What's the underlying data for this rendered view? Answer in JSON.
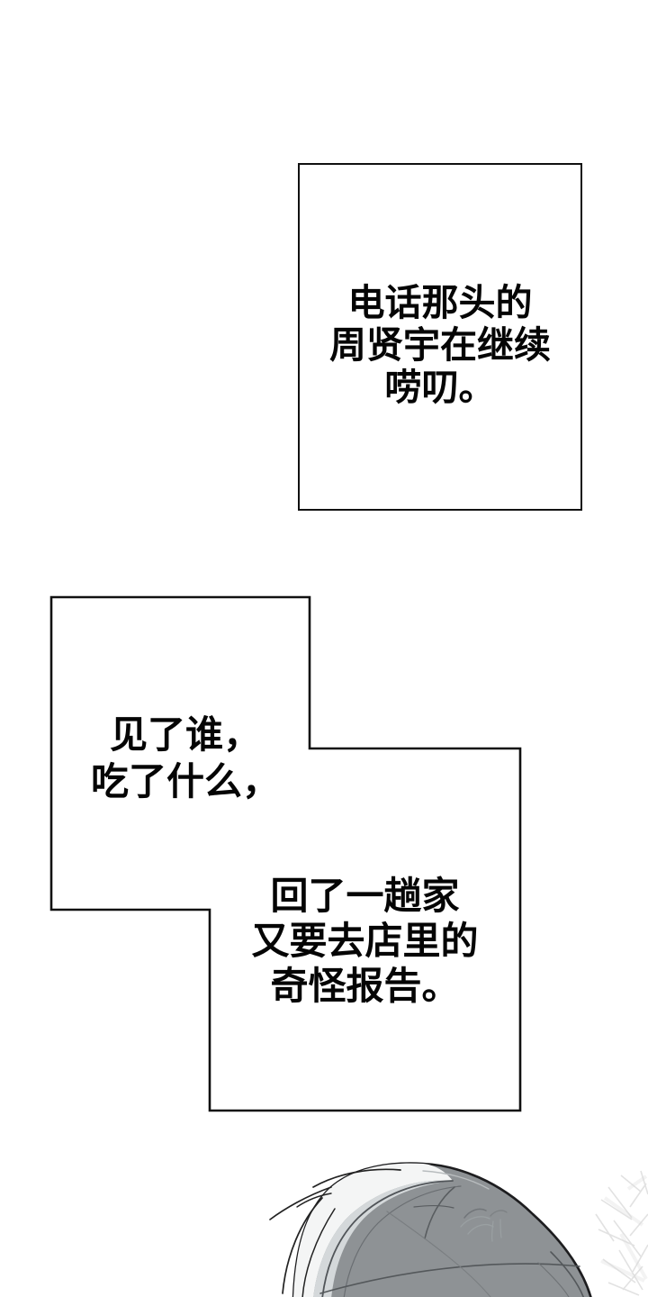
{
  "page": {
    "background": "#ffffff"
  },
  "panels": {
    "narration_top": {
      "lines": [
        "电话那头的",
        "周贤宇在继续",
        "唠叨。"
      ]
    },
    "narration_bottom": {
      "left_lines": [
        "见了谁，",
        "吃了什么，"
      ],
      "right_lines": [
        "回了一趟家",
        "又要去店里的",
        "奇怪报告。"
      ]
    }
  },
  "colors": {
    "panel_border": "#111111",
    "text": "#050505",
    "hair_base": "#8e9295",
    "hair_highlight": "#f4f5f5",
    "hair_highlight_mid": "#d4d8da",
    "hair_outline": "#1d1d1f",
    "hair_strand": "#54585b",
    "sketch_texture": "#d9d9d9"
  },
  "artwork": {
    "icon": "character-head-hair"
  }
}
